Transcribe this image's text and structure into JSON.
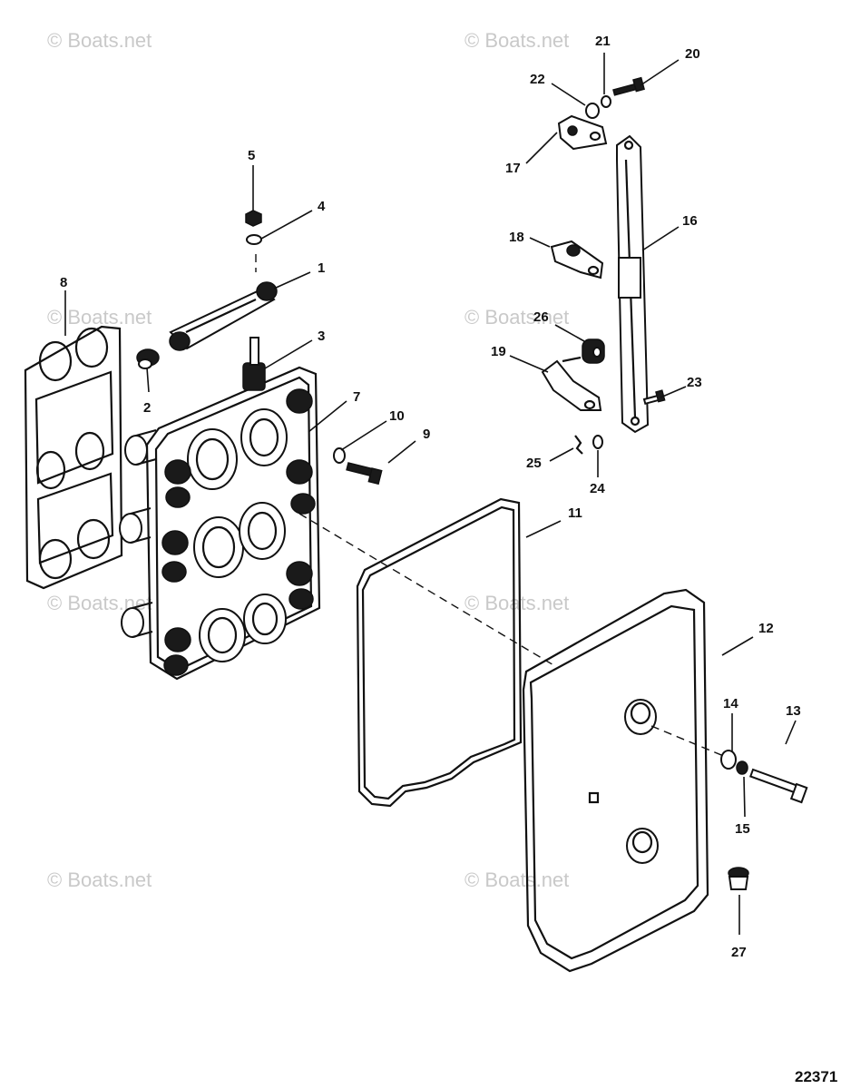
{
  "watermark": "© Boats.net",
  "figure_number": "22371",
  "callouts": {
    "c1": "1",
    "c2": "2",
    "c3": "3",
    "c4": "4",
    "c5": "5",
    "c7": "7",
    "c8": "8",
    "c9": "9",
    "c10": "10",
    "c11": "11",
    "c12": "12",
    "c13": "13",
    "c14": "14",
    "c15": "15",
    "c16": "16",
    "c17": "17",
    "c18": "18",
    "c19": "19",
    "c20": "20",
    "c21": "21",
    "c22": "22",
    "c23": "23",
    "c24": "24",
    "c25": "25",
    "c26": "26",
    "c27": "27"
  }
}
